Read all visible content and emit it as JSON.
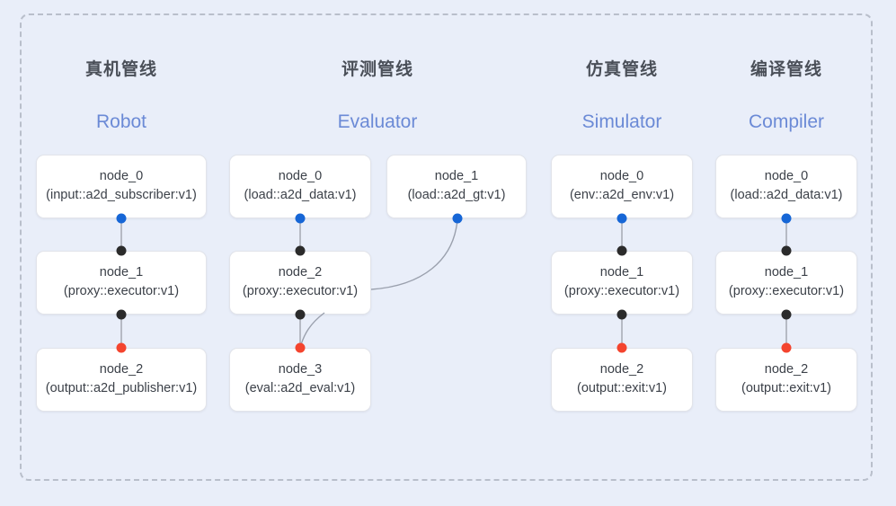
{
  "canvas": {
    "background_color": "#e9eef9",
    "frame_border_color": "#b9bfcb",
    "frame_style": "dashed"
  },
  "palette": {
    "input_dot": "#1666d6",
    "mid_dot": "#2b2b2b",
    "output_dot": "#f4442e",
    "edge": "#9aa0ad",
    "subtitle": "#6b8ad6",
    "title": "#4a4f58",
    "node_bg": "#ffffff",
    "node_border": "#e2e4ea"
  },
  "columns": [
    {
      "id": "robot",
      "title": "真机管线",
      "subtitle": "Robot",
      "nodes": [
        {
          "name": "node_0",
          "type": "(input::a2d_subscriber:v1)"
        },
        {
          "name": "node_1",
          "type": "(proxy::executor:v1)"
        },
        {
          "name": "node_2",
          "type": "(output::a2d_publisher:v1)"
        }
      ]
    },
    {
      "id": "evaluator",
      "title": "评测管线",
      "subtitle": "Evaluator",
      "nodes": [
        {
          "name": "node_0",
          "type": "(load::a2d_data:v1)"
        },
        {
          "name": "node_2",
          "type": "(proxy::executor:v1)"
        },
        {
          "name": "node_3",
          "type": "(eval::a2d_eval:v1)"
        }
      ],
      "side_nodes": [
        {
          "name": "node_1",
          "type": "(load::a2d_gt:v1)"
        }
      ]
    },
    {
      "id": "simulator",
      "title": "仿真管线",
      "subtitle": "Simulator",
      "nodes": [
        {
          "name": "node_0",
          "type": "(env::a2d_env:v1)"
        },
        {
          "name": "node_1",
          "type": "(proxy::executor:v1)"
        },
        {
          "name": "node_2",
          "type": "(output::exit:v1)"
        }
      ]
    },
    {
      "id": "compiler",
      "title": "编译管线",
      "subtitle": "Compiler",
      "nodes": [
        {
          "name": "node_0",
          "type": "(load::a2d_data:v1)"
        },
        {
          "name": "node_1",
          "type": "(proxy::executor:v1)"
        },
        {
          "name": "node_2",
          "type": "(output::exit:v1)"
        }
      ]
    }
  ]
}
